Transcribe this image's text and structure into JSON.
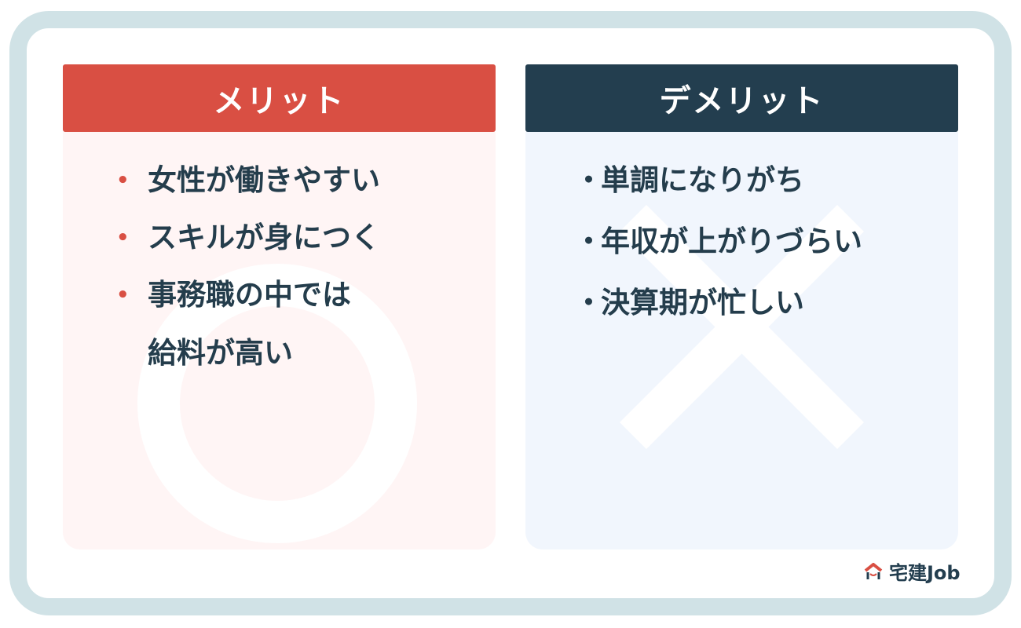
{
  "merit": {
    "title": "メリット",
    "color": "#d94f43",
    "items": [
      {
        "bullet": "•",
        "text": "女性が働きやすい"
      },
      {
        "bullet": "•",
        "text": "スキルが身につく"
      },
      {
        "bullet": "•",
        "text": "事務職の中では",
        "text2": "給料が高い"
      }
    ],
    "background_icon": "circle-icon"
  },
  "demerit": {
    "title": "デメリット",
    "color": "#233e4f",
    "items": [
      {
        "bullet": "・",
        "text": "単調になりがち"
      },
      {
        "bullet": "・",
        "text": "年収が上がりづらい"
      },
      {
        "bullet": "・",
        "text": "決算期が忙しい"
      }
    ],
    "background_icon": "cross-icon"
  },
  "logo": {
    "text": "宅建Job",
    "icon": "house-icon"
  }
}
